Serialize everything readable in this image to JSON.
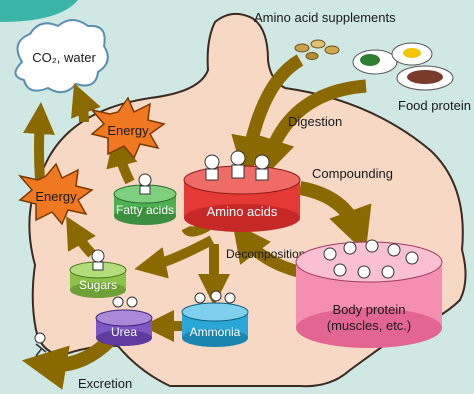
{
  "labels": {
    "co2_water": "CO₂, water",
    "amino_acid_supplements": "Amino acid supplements",
    "food_protein": "Food protein",
    "digestion": "Digestion",
    "compounding": "Compounding",
    "decomposition": "Decomposition",
    "energy_top": "Energy",
    "energy_left": "Energy",
    "fatty_acids": "Fatty acids",
    "amino_acids": "Amino acids",
    "sugars": "Sugars",
    "urea": "Urea",
    "ammonia": "Ammonia",
    "body_protein_line1": "Body protein",
    "body_protein_line2": "(muscles, etc.)",
    "excretion": "Excretion"
  },
  "colors": {
    "background": "#cfe8e4",
    "body": "#f6d8c4",
    "arrow": "#8a6a00",
    "energy": "#f07820",
    "fatty_acids": "#4caf50",
    "amino_acids": "#e53935",
    "sugars": "#8bc34a",
    "urea": "#7e57c2",
    "ammonia": "#29a8d8",
    "body_protein": "#f48fb1"
  }
}
